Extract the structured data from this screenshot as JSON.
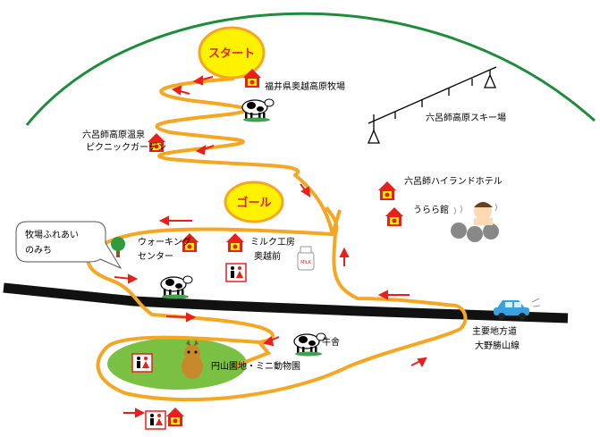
{
  "map": {
    "labels": {
      "start": "スタート",
      "goal": "ゴール",
      "fukui_ranch": "福井県奥越高原牧場",
      "ski": "六呂師高原スキー場",
      "onsen": "六呂師高原温泉",
      "picnic": "ピクニックガーデン",
      "hotel": "六呂師ハイランドホテル",
      "urara": "うらら館",
      "walking_1": "ウォーキング",
      "walking_2": "センター",
      "milk_1": "ミルク工房",
      "milk_2": "奥越前",
      "bubble_1": "牧場ふれあい",
      "bubble_2": "のみち",
      "cowshed": "牛舎",
      "enzan": "円山園地・ミニ動物園",
      "road_1": "主要地方道",
      "road_2": "大野勝山線",
      "milk_sign": "MILK"
    },
    "colors": {
      "route": "#f5a623",
      "arrow": "#e8201c",
      "hill": "#1e8c3a",
      "meadow": "#7ac143",
      "road": "#111111",
      "badge": "#fff200"
    }
  }
}
